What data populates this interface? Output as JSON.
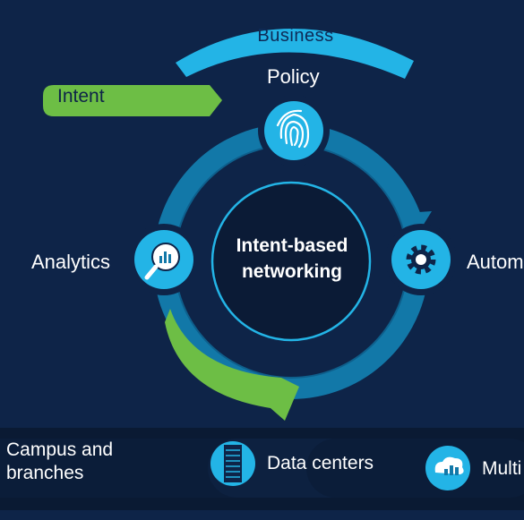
{
  "colors": {
    "background": "#0e2448",
    "ring_blue": "#1278a8",
    "ring_dark": "#0e5f8c",
    "accent_cyan": "#23b4e6",
    "intent_green": "#6dbe45",
    "center_fill": "#0b1b36",
    "bottom_bar": "#0a1a33"
  },
  "labels": {
    "business": "Business",
    "intent": "Intent",
    "policy": "Policy",
    "analytics": "Analytics",
    "automation": "Autom",
    "center": "Intent-based networking"
  },
  "bottom": {
    "campus": "Campus and branches",
    "data_centers": "Data centers",
    "multi": "Multi"
  },
  "icons": {
    "policy": "fingerprint-icon",
    "analytics": "magnifier-chart-icon",
    "automation": "gear-icon",
    "data_centers": "server-rack-icon",
    "multi": "cloud-apps-icon"
  }
}
